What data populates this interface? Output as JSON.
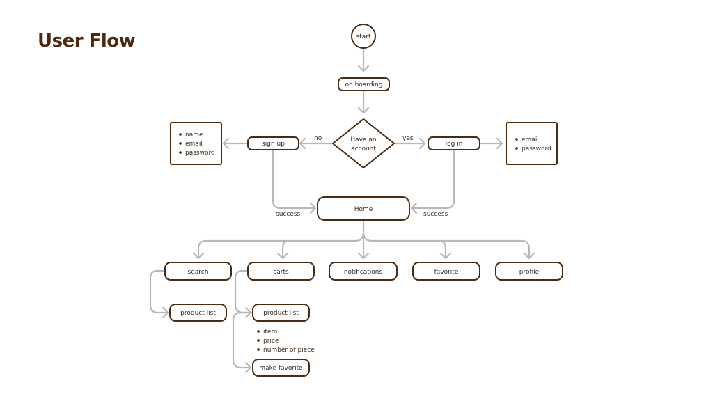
{
  "title": "User Flow",
  "colors": {
    "node_stroke": "#4a2a10",
    "edge": "#b8b8b8",
    "title": "#4a2a10"
  },
  "nodes": {
    "start": "start",
    "onboarding": "on boarding",
    "decision_line1": "Have an",
    "decision_line2": "account",
    "signup": "sign up",
    "login": "log in",
    "home": "Home",
    "search": "search",
    "carts": "carts",
    "notifications": "notifications",
    "favorite": "favorite",
    "profile": "profile",
    "search_product_list": "product list",
    "carts_product_list": "product list",
    "make_favorite": "make favorite"
  },
  "signup_fields": [
    "name",
    "email",
    "password"
  ],
  "login_fields": [
    "email",
    "password"
  ],
  "product_fields": [
    "item",
    "price",
    "number of piece"
  ],
  "edge_labels": {
    "no": "no",
    "yes": "yes",
    "success_left": "success",
    "success_right": "success"
  }
}
